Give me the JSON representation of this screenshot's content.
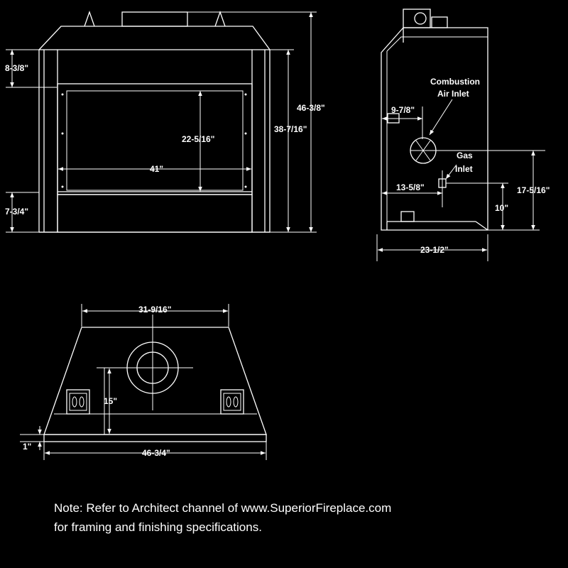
{
  "front_view": {
    "dim_top_band": "8-3/8\"",
    "dim_overall_height": "46-3/8\"",
    "dim_frame_height": "38-7/16\"",
    "dim_opening_height": "22-5/16\"",
    "dim_opening_width": "41\"",
    "dim_base_height": "7-3/4\""
  },
  "side_view": {
    "combustion_label_1": "Combustion",
    "combustion_label_2": "Air Inlet",
    "gas_label_1": "Gas",
    "gas_label_2": "Inlet",
    "dim_air_offset": "9-7/8\"",
    "dim_gas_offset": "13-5/8\"",
    "dim_air_height": "17-5/16\"",
    "dim_gas_height": "10\"",
    "dim_depth": "23-1/2\""
  },
  "top_view": {
    "dim_back_width": "31-9/16\"",
    "dim_center_depth": "15\"",
    "dim_front_lip": "1\"",
    "dim_front_width": "46-3/4\""
  },
  "note": {
    "line1": "Note: Refer to Architect channel of www.SuperiorFireplace.com",
    "line2": "for framing and finishing specifications."
  }
}
